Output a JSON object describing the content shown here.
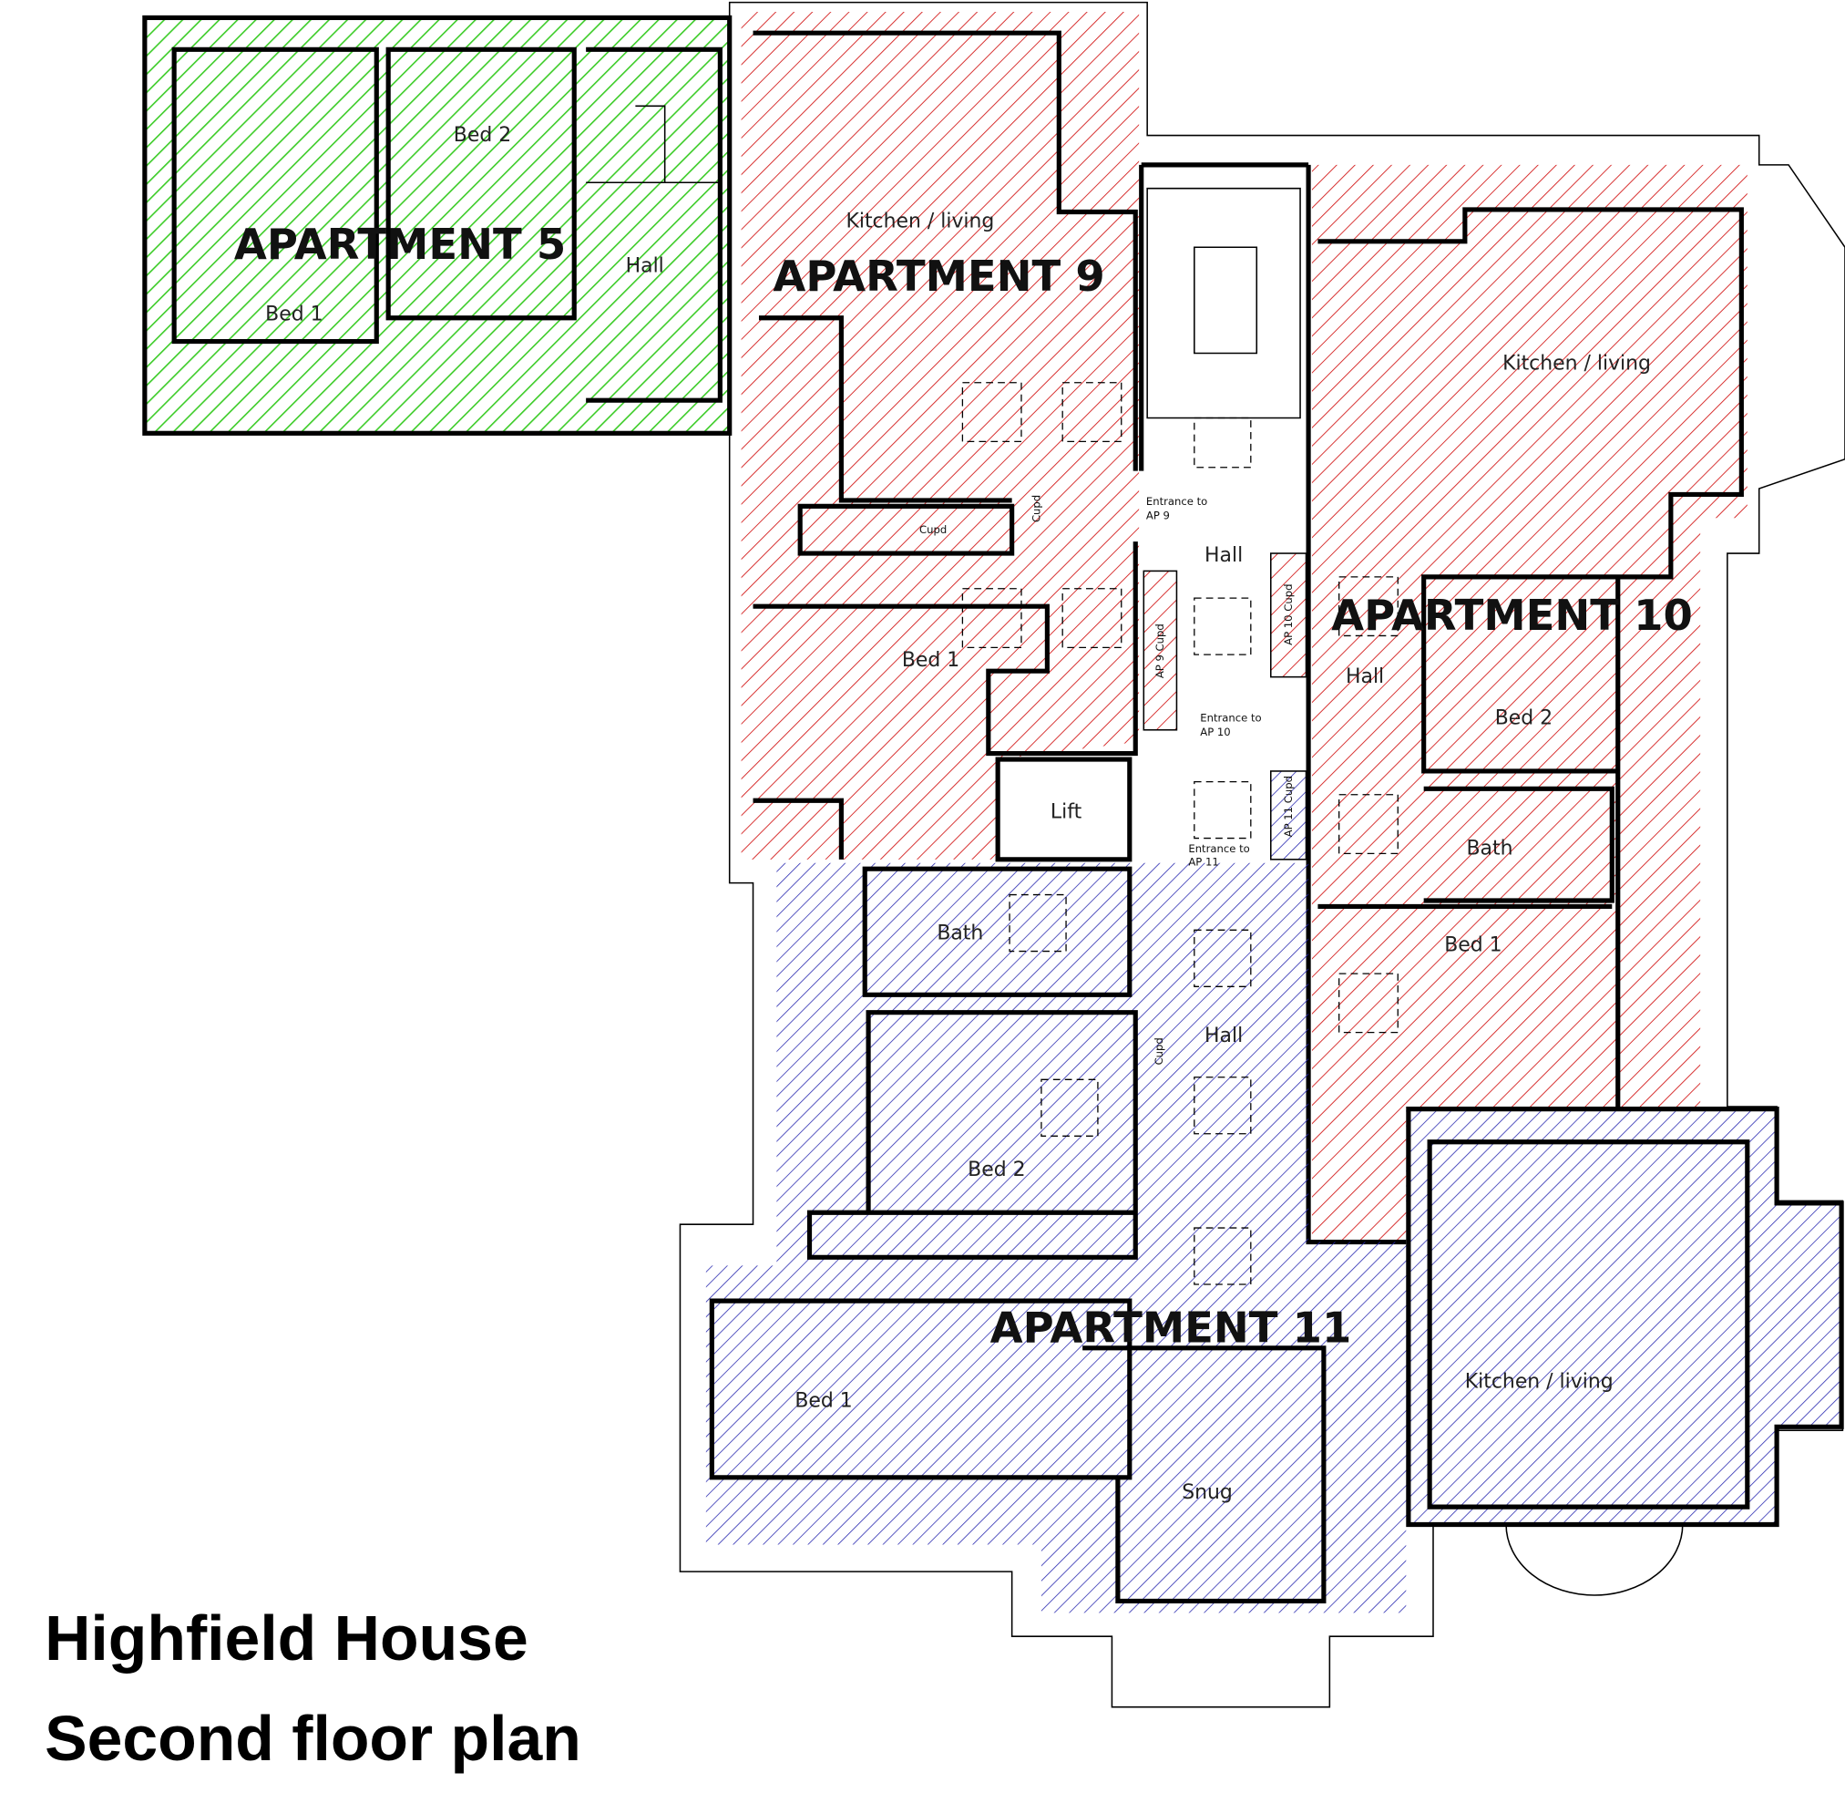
{
  "title": {
    "line1": "Highfield House",
    "line2": "Second floor plan"
  },
  "colors": {
    "apartment_5": "#3ccc28",
    "apartment_9": "#d42020",
    "apartment_10": "#d42020",
    "apartment_11": "#2828b0"
  },
  "apartment_5": {
    "name": "APARTMENT 5",
    "rooms": [
      "Bed 1",
      "Bed 2",
      "Hall"
    ]
  },
  "apartment_9": {
    "name": "APARTMENT 9",
    "rooms": [
      "Kitchen / living",
      "Bed 1",
      "Cupd",
      "Cupd",
      "AP 9 Cupd"
    ]
  },
  "apartment_10": {
    "name": "APARTMENT 10",
    "rooms": [
      "Kitchen / living",
      "Bed 2",
      "Hall",
      "Bath",
      "Bed 1",
      "AP 10 Cupd"
    ]
  },
  "apartment_11": {
    "name": "APARTMENT 11",
    "rooms": [
      "Bath",
      "Hall",
      "Cupd",
      "Bed 2",
      "Bed 1",
      "Kitchen / living",
      "Snug",
      "AP 11 Cupd"
    ]
  },
  "core": {
    "hall": "Hall",
    "lift": "Lift",
    "entrance_ap9": [
      "Entrance to",
      "AP 9"
    ],
    "entrance_ap10": [
      "Entrance to",
      "AP 10"
    ],
    "entrance_ap11": [
      "Entrance to",
      "AP 11"
    ]
  }
}
